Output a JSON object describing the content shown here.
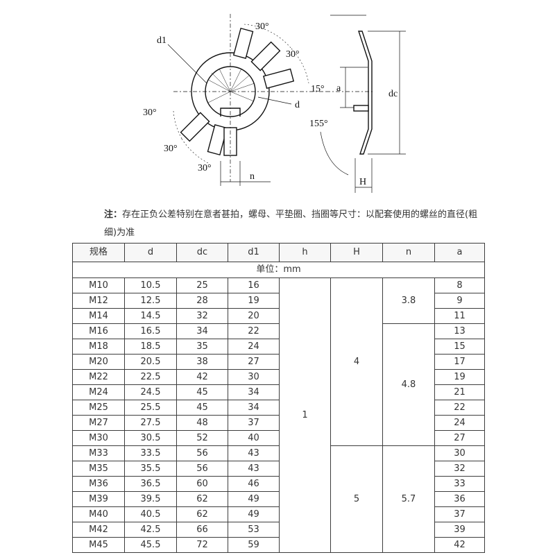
{
  "drawing": {
    "labels": {
      "d1": "d1",
      "d": "d",
      "angle30_top": "30°",
      "angle30_upper_right": "30°",
      "angle15": "15°",
      "angle30_left": "30°",
      "angle30_lower_left": "30°",
      "angle30_bottom": "30°",
      "n": "n",
      "a": "a",
      "dc": "dc",
      "angle155": "155°",
      "H": "H"
    }
  },
  "note": {
    "label": "注：",
    "text": "存在正负公差特别在意者甚拍，螺母、平垫圈、挡圈等尺寸：以配套使用的螺丝的直径(粗细)为准"
  },
  "table": {
    "headers": [
      "规格",
      "d",
      "dc",
      "d1",
      "h",
      "H",
      "n",
      "a"
    ],
    "unit_label": "单位：mm",
    "h_value": "1",
    "H_values": [
      "4",
      "5"
    ],
    "n_values": [
      "3.8",
      "4.8",
      "5.7"
    ],
    "rows": [
      {
        "spec": "M10",
        "d": "10.5",
        "dc": "25",
        "d1": "16",
        "a": "8"
      },
      {
        "spec": "M12",
        "d": "12.5",
        "dc": "28",
        "d1": "19",
        "a": "9"
      },
      {
        "spec": "M14",
        "d": "14.5",
        "dc": "32",
        "d1": "20",
        "a": "11"
      },
      {
        "spec": "M16",
        "d": "16.5",
        "dc": "34",
        "d1": "22",
        "a": "13"
      },
      {
        "spec": "M18",
        "d": "18.5",
        "dc": "35",
        "d1": "24",
        "a": "15"
      },
      {
        "spec": "M20",
        "d": "20.5",
        "dc": "38",
        "d1": "27",
        "a": "17"
      },
      {
        "spec": "M22",
        "d": "22.5",
        "dc": "42",
        "d1": "30",
        "a": "19"
      },
      {
        "spec": "M24",
        "d": "24.5",
        "dc": "45",
        "d1": "34",
        "a": "21"
      },
      {
        "spec": "M25",
        "d": "25.5",
        "dc": "45",
        "d1": "34",
        "a": "22"
      },
      {
        "spec": "M27",
        "d": "27.5",
        "dc": "48",
        "d1": "37",
        "a": "24"
      },
      {
        "spec": "M30",
        "d": "30.5",
        "dc": "52",
        "d1": "40",
        "a": "27"
      },
      {
        "spec": "M33",
        "d": "33.5",
        "dc": "56",
        "d1": "43",
        "a": "30"
      },
      {
        "spec": "M35",
        "d": "35.5",
        "dc": "56",
        "d1": "43",
        "a": "32"
      },
      {
        "spec": "M36",
        "d": "36.5",
        "dc": "60",
        "d1": "46",
        "a": "33"
      },
      {
        "spec": "M39",
        "d": "39.5",
        "dc": "62",
        "d1": "49",
        "a": "36"
      },
      {
        "spec": "M40",
        "d": "40.5",
        "dc": "62",
        "d1": "49",
        "a": "37"
      },
      {
        "spec": "M42",
        "d": "42.5",
        "dc": "66",
        "d1": "53",
        "a": "39"
      },
      {
        "spec": "M45",
        "d": "45.5",
        "dc": "72",
        "d1": "59",
        "a": "42"
      }
    ]
  }
}
